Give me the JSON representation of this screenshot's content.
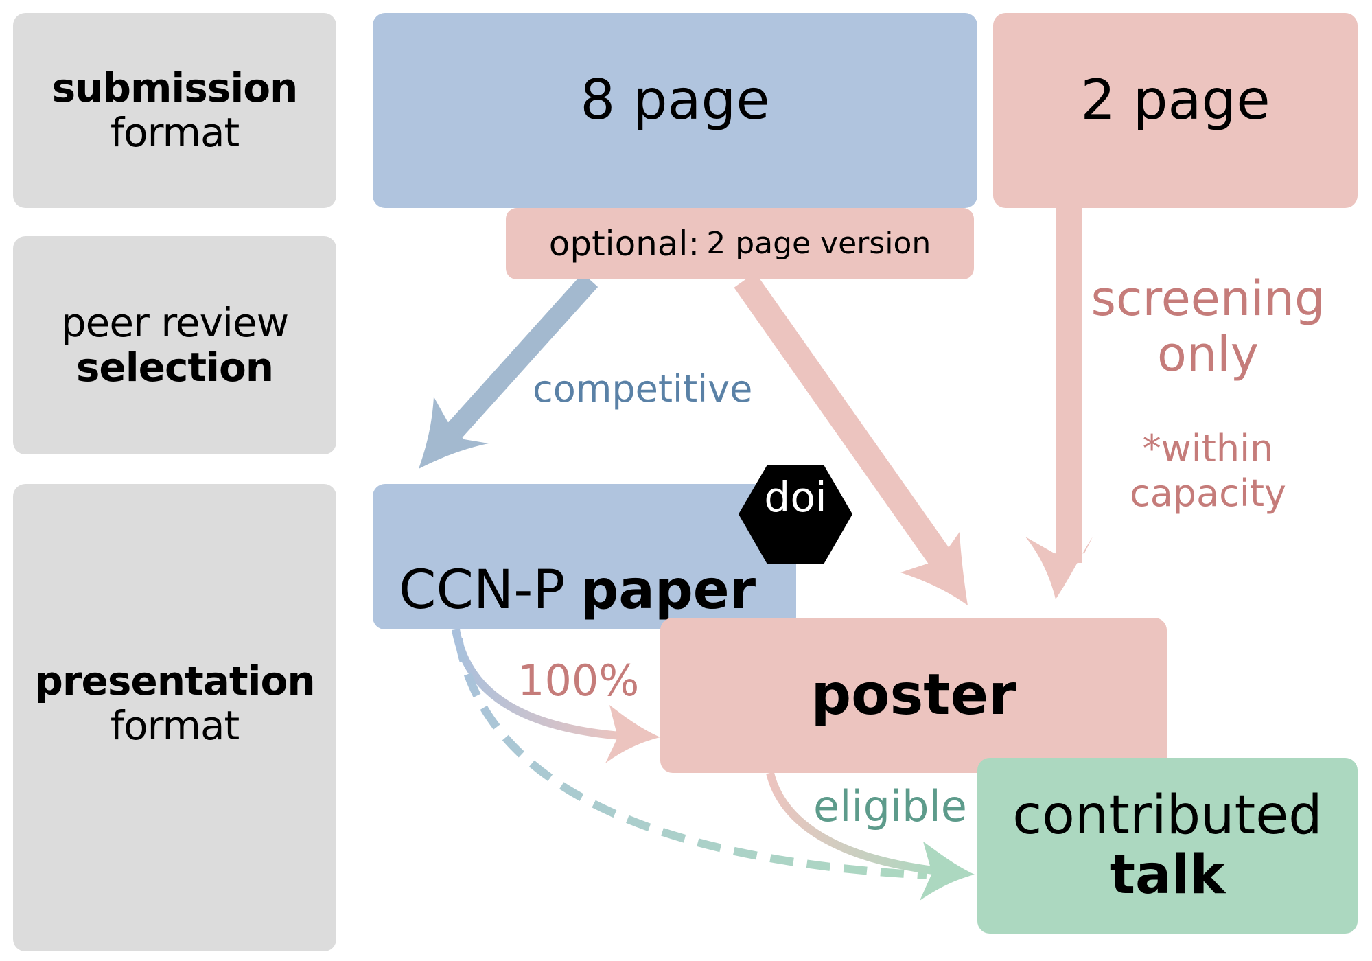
{
  "rows": [
    {
      "line1": "submission",
      "line1_bold": true,
      "line2": "format",
      "line2_bold": false
    },
    {
      "line1": "peer review",
      "line1_bold": false,
      "line2": "selection",
      "line2_bold": true
    },
    {
      "line1": "presentation",
      "line1_bold": true,
      "line2": "format",
      "line2_bold": false
    }
  ],
  "submission": {
    "eight_page": "8 page",
    "two_page": "2 page",
    "optional_label": "optional:",
    "optional_value": "2 page version"
  },
  "selection": {
    "competitive": "competitive",
    "screening_line1": "screening",
    "screening_line2": "only",
    "capacity_line1": "*within",
    "capacity_line2": "capacity"
  },
  "presentation": {
    "paper_prefix": "CCN-P",
    "paper_bold": "paper",
    "doi_badge": "doi",
    "poster": "poster",
    "talk_line1": "contributed",
    "talk_line2": "talk",
    "hundred_percent": "100%",
    "eligible": "eligible"
  },
  "colors": {
    "gray": "#dcdcdc",
    "blue": "#b0c4de",
    "pink": "#ecc4bf",
    "green": "#acd8c0",
    "blue_arrow": "#a3b9cf",
    "pink_arrow": "#ecc4bf",
    "blue_text": "#5a81a6",
    "pink_text": "#c57c7a",
    "green_text": "#5d9b8b"
  }
}
